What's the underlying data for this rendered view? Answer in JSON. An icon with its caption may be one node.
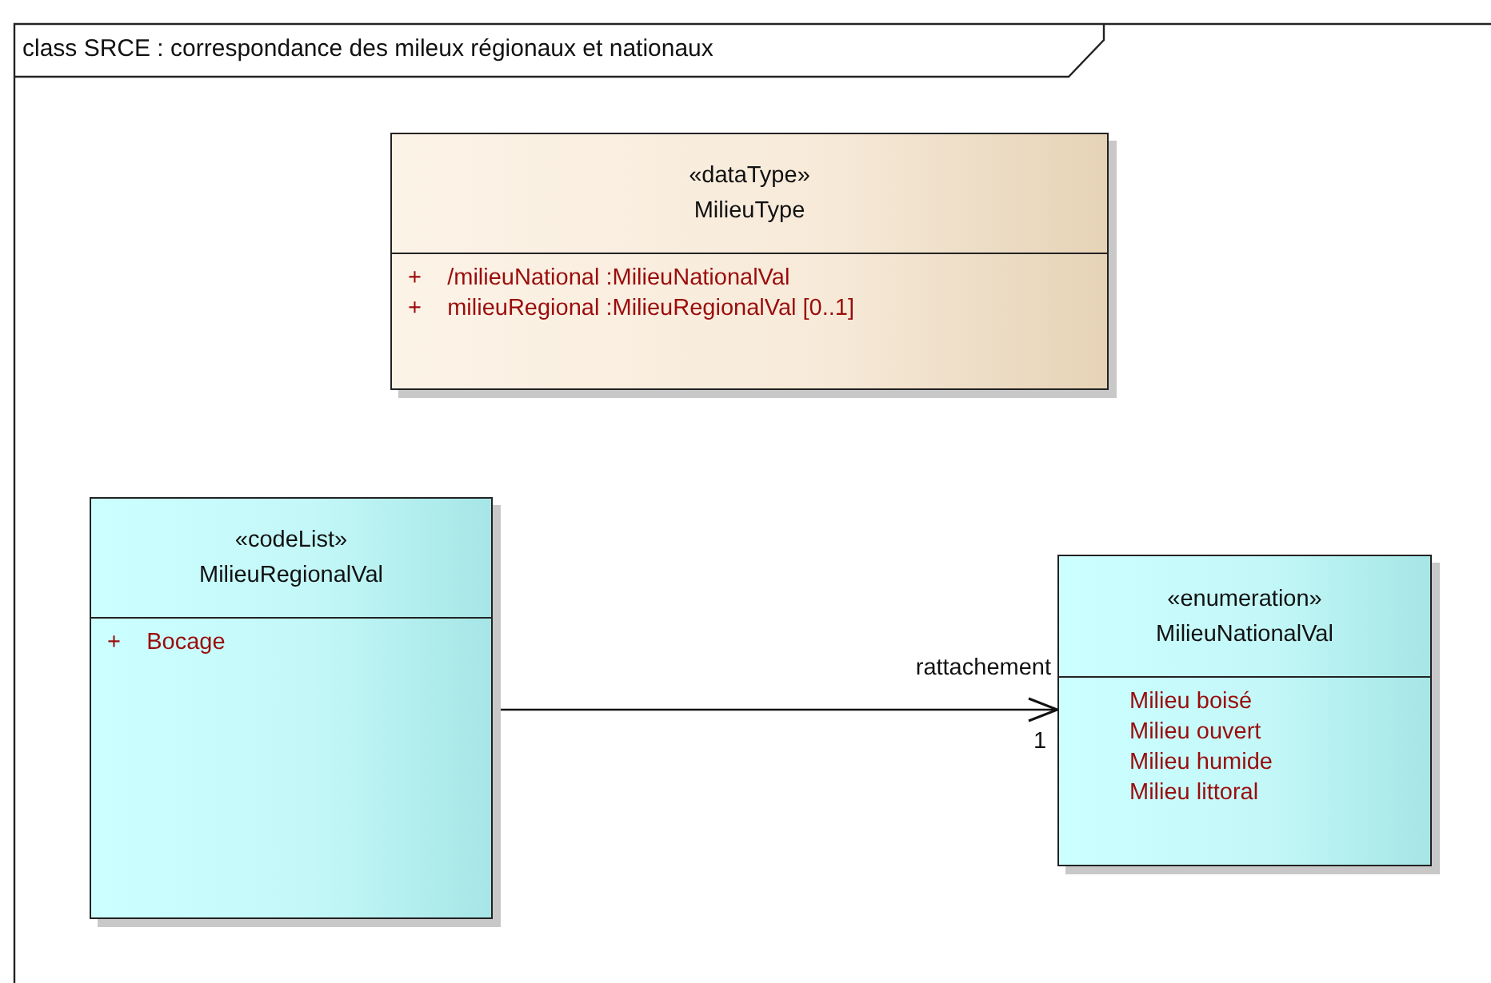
{
  "diagram": {
    "title": "class SRCE : correspondance des mileux régionaux et nationaux",
    "nodes": [
      {
        "text": [
          "«dataType»",
          "MilieuType",
          "+ /milieuNational :MilieuNationalVal",
          "+ milieuRegional :MilieuRegionalVal [0..1]"
        ]
      },
      {
        "text": [
          "«codeList»",
          "MilieuRegionalVal",
          "+ Bocage"
        ]
      },
      {
        "text": [
          "«enumeration»",
          "MilieuNationalVal",
          "Milieu boisé",
          "Milieu ouvert",
          "Milieu humide",
          "Milieu littoral"
        ]
      }
    ],
    "edges": [
      {
        "from": 1,
        "to": 2,
        "arrow": "to",
        "label": "rattachement"
      }
    ],
    "labels": [
      "1"
    ]
  }
}
